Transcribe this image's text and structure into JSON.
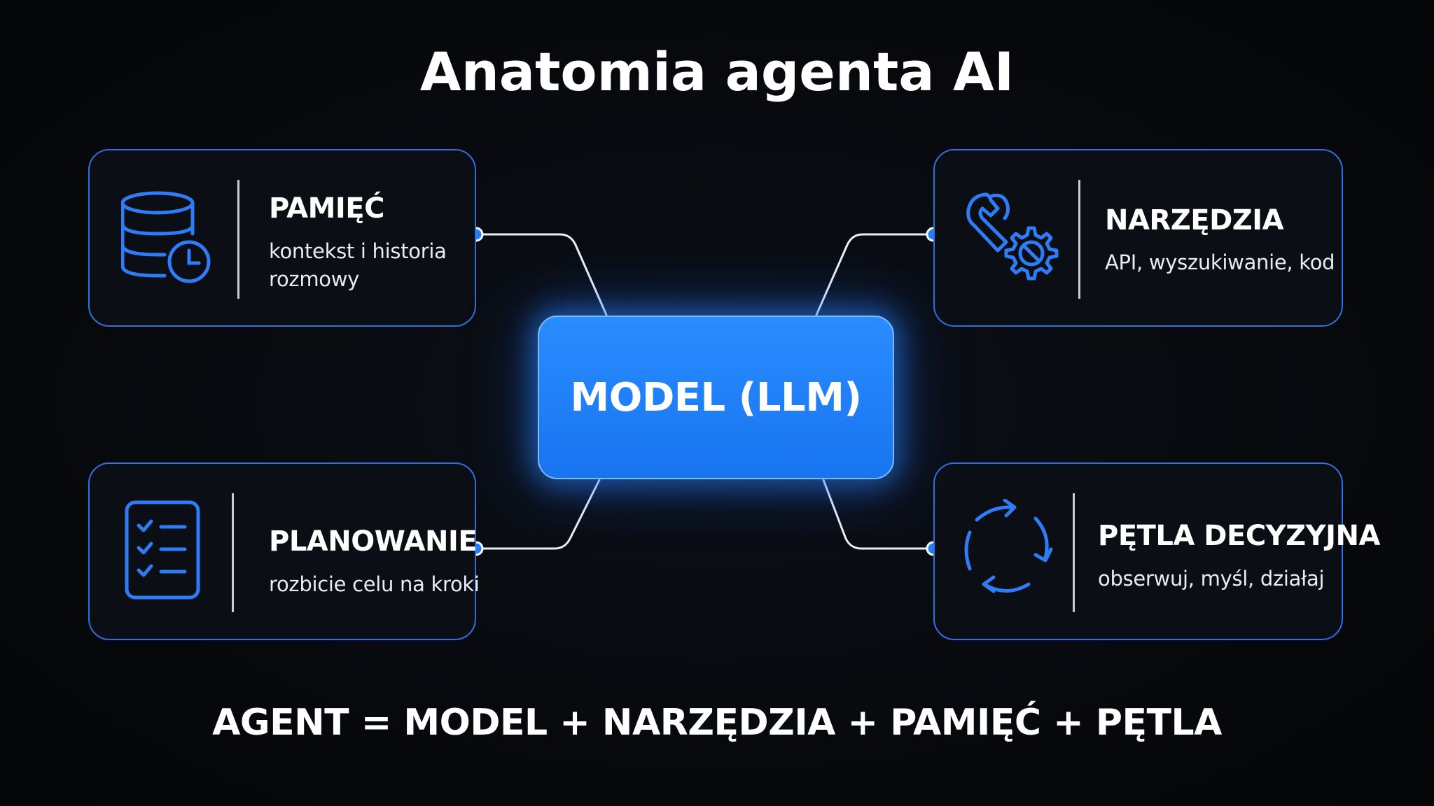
{
  "title": "Anatomia agenta AI",
  "center": {
    "label": "MODEL (LLM)"
  },
  "components": {
    "memory": {
      "heading": "PAMIĘĆ",
      "desc_line1": "kontekst i historia",
      "desc_line2": "rozmowy",
      "icon": "database-clock-icon"
    },
    "tools": {
      "heading": "NARZĘDZIA",
      "desc": "API, wyszukiwanie, kod",
      "icon": "wrench-gear-icon"
    },
    "planning": {
      "heading": "PLANOWANIE",
      "desc": "rozbicie celu na kroki",
      "icon": "checklist-icon"
    },
    "loop": {
      "heading": "PĘTLA DECYZYJNA",
      "desc": "obserwuj, myśl, działaj",
      "icon": "refresh-cycle-icon"
    }
  },
  "formula": "AGENT = MODEL + NARZĘDZIA + PAMIĘĆ + PĘTLA",
  "colors": {
    "background": "#07090d",
    "accent": "#2f7df6",
    "card_border": "#2f6fe0",
    "model_fill": "#1f80fa",
    "connector": "#e9eef7"
  }
}
